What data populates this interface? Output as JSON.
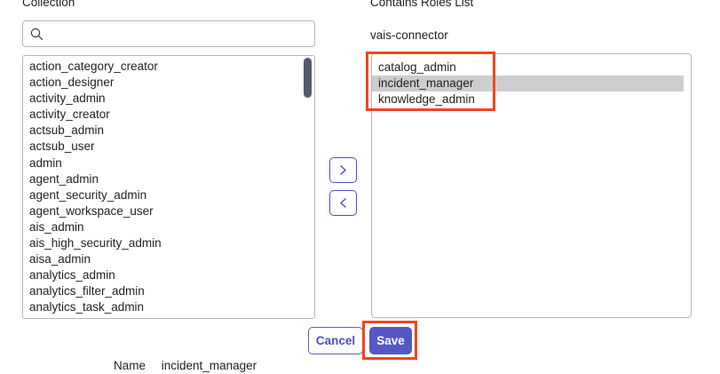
{
  "left_panel": {
    "label": "Collection",
    "search": {
      "icon": "search-icon",
      "value": "",
      "placeholder": ""
    },
    "items": [
      "action_category_creator",
      "action_designer",
      "activity_admin",
      "activity_creator",
      "actsub_admin",
      "actsub_user",
      "admin",
      "agent_admin",
      "agent_security_admin",
      "agent_workspace_user",
      "ais_admin",
      "ais_high_security_admin",
      "aisa_admin",
      "analytics_admin",
      "analytics_filter_admin",
      "analytics_task_admin"
    ],
    "scrollbar": {
      "name": "vertical-scrollbar",
      "thumb_color": "#555a6b"
    }
  },
  "transfer_controls": {
    "move_right": {
      "icon": "chevron-right-icon",
      "label": ">"
    },
    "move_left": {
      "icon": "chevron-left-icon",
      "label": "<"
    },
    "border_color": "#4b4fc4"
  },
  "right_panel": {
    "label": "Contains Roles List",
    "subtitle": "vais-connector",
    "items": [
      {
        "label": "catalog_admin",
        "selected": false
      },
      {
        "label": "incident_manager",
        "selected": true
      },
      {
        "label": "knowledge_admin",
        "selected": false
      }
    ],
    "selected_row_color": "#cdcdcd"
  },
  "actions": {
    "cancel_label": "Cancel",
    "save_label": "Save",
    "primary_color": "#5558c4",
    "secondary_text_color": "#4b4fc4"
  },
  "footer": {
    "name_label": "Name",
    "name_value": "incident_manager"
  },
  "annotations": {
    "color": "#f4441e",
    "roles_box_name": "contains-roles-highlight",
    "save_box_name": "save-button-highlight"
  }
}
